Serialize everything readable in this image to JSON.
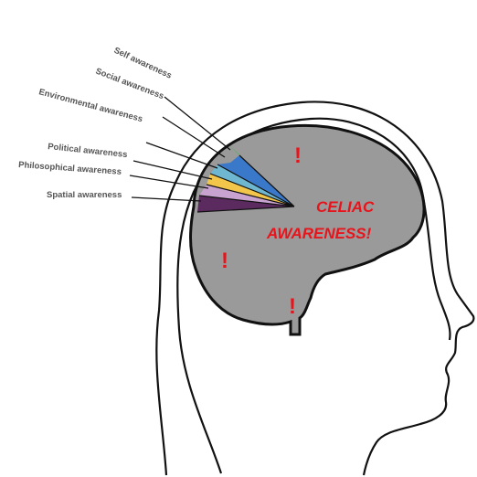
{
  "labels": [
    {
      "text": "Self awareness",
      "color": "#23c22b"
    },
    {
      "text": "Social awareness",
      "color": "#3a78c9"
    },
    {
      "text": "Environmental awareness",
      "color": "#6fb7d1"
    },
    {
      "text": "Political awareness",
      "color": "#f2c54b"
    },
    {
      "text": "Philosophical awareness",
      "color": "#c9a3cf"
    },
    {
      "text": "Spatial awareness",
      "color": "#5b2a5e"
    }
  ],
  "center_text": {
    "line1": "CELIAC",
    "line2": "AWARENESS!"
  },
  "exclamations": [
    "!",
    "!",
    "!"
  ],
  "colors": {
    "brain": "#9a9a9a",
    "accent": "#e8141c",
    "outline": "#111111",
    "label_text": "#555555"
  }
}
